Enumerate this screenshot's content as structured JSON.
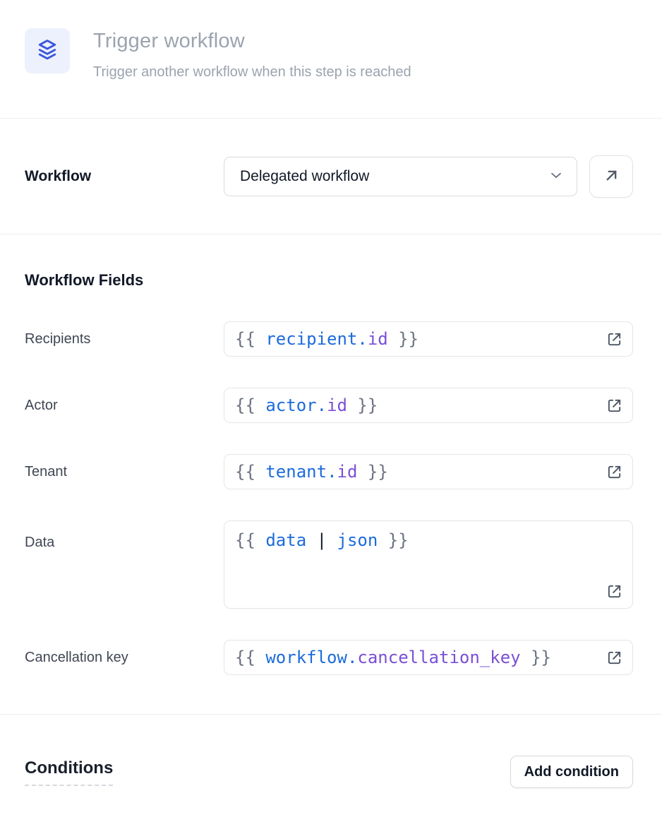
{
  "header": {
    "title": "Trigger workflow",
    "subtitle": "Trigger another workflow when this step is reached",
    "icon": "layers-icon"
  },
  "workflow_selector": {
    "label": "Workflow",
    "selected_value": "Delegated workflow",
    "dropdown_icon": "chevron-down-icon",
    "open_button_icon": "arrow-up-right-icon"
  },
  "workflow_fields": {
    "heading": "Workflow Fields",
    "row_icon": "external-link-icon",
    "fields": [
      {
        "label": "Recipients",
        "tokens": [
          {
            "text": "{{ ",
            "type": "brace"
          },
          {
            "text": "recipient",
            "type": "obj"
          },
          {
            "text": ".",
            "type": "obj"
          },
          {
            "text": "id",
            "type": "prop"
          },
          {
            "text": " }}",
            "type": "brace"
          }
        ]
      },
      {
        "label": "Actor",
        "tokens": [
          {
            "text": "{{ ",
            "type": "brace"
          },
          {
            "text": "actor",
            "type": "obj"
          },
          {
            "text": ".",
            "type": "obj"
          },
          {
            "text": "id",
            "type": "prop"
          },
          {
            "text": " }}",
            "type": "brace"
          }
        ]
      },
      {
        "label": "Tenant",
        "tokens": [
          {
            "text": "{{ ",
            "type": "brace"
          },
          {
            "text": "tenant",
            "type": "obj"
          },
          {
            "text": ".",
            "type": "obj"
          },
          {
            "text": "id",
            "type": "prop"
          },
          {
            "text": " }}",
            "type": "brace"
          }
        ]
      },
      {
        "label": "Data",
        "multiline": true,
        "tokens": [
          {
            "text": "{{ ",
            "type": "brace"
          },
          {
            "text": "data",
            "type": "obj"
          },
          {
            "text": " ",
            "type": "plain"
          },
          {
            "text": "|",
            "type": "pipe"
          },
          {
            "text": " ",
            "type": "plain"
          },
          {
            "text": "json",
            "type": "obj"
          },
          {
            "text": " }}",
            "type": "brace"
          }
        ]
      },
      {
        "label": "Cancellation key",
        "tokens": [
          {
            "text": "{{ ",
            "type": "brace"
          },
          {
            "text": "workflow",
            "type": "obj"
          },
          {
            "text": ".",
            "type": "obj"
          },
          {
            "text": "cancellation_key",
            "type": "prop"
          },
          {
            "text": " }}",
            "type": "brace"
          }
        ]
      }
    ]
  },
  "conditions": {
    "heading": "Conditions",
    "add_button_label": "Add condition"
  },
  "colors": {
    "icon_bg": "#EDF1FD",
    "accent_blue": "#3A56D9",
    "code_blue": "#1C6BDC",
    "code_purple": "#7A4FD6",
    "code_gray": "#6B7280",
    "muted_text": "#9CA3AF",
    "border": "#D6DAE0",
    "divider": "#ECEDF0"
  }
}
